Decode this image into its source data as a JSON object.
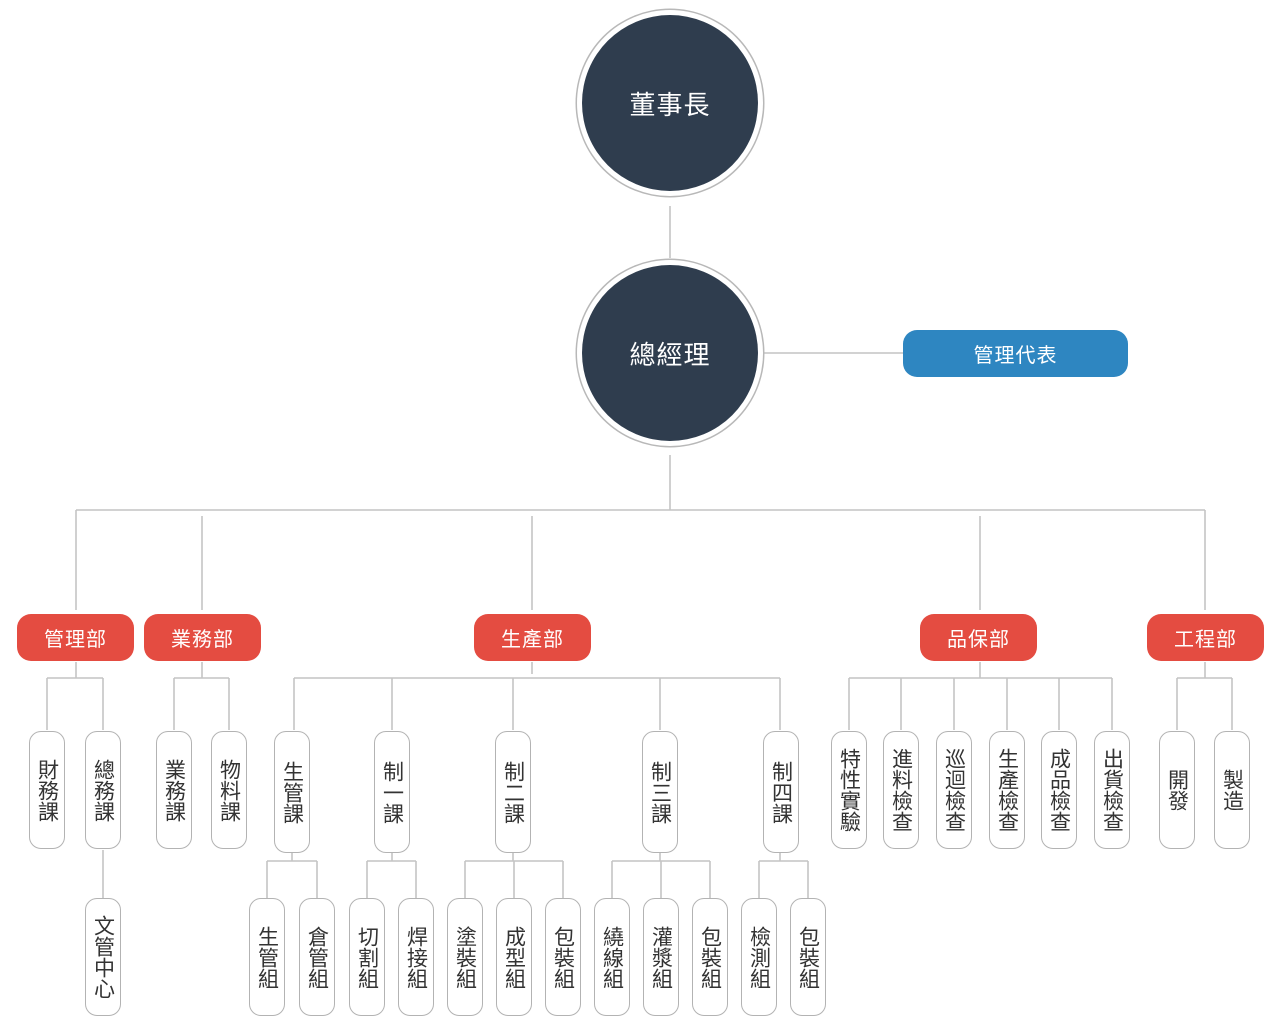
{
  "top": {
    "chairman": "董事長",
    "gm": "總經理",
    "rep": "管理代表"
  },
  "depts": {
    "mgmt": "管理部",
    "sales": "業務部",
    "prod": "生產部",
    "qa": "品保部",
    "eng": "工程部"
  },
  "mgmt": {
    "finance": "財務課",
    "general": "總務課",
    "doc": "文管中心"
  },
  "sales": {
    "business": "業務課",
    "material": "物料課"
  },
  "prod": {
    "planning": "生管課",
    "planning_groups": [
      "生管組",
      "倉管組"
    ],
    "s1": "制一課",
    "s1_groups": [
      "切割組",
      "焊接組"
    ],
    "s2": "制二課",
    "s2_groups": [
      "塗裝組",
      "成型組",
      "包裝組"
    ],
    "s3": "制三課",
    "s3_groups": [
      "繞線組",
      "灌漿組",
      "包裝組"
    ],
    "s4": "制四課",
    "s4_groups": [
      "檢測組",
      "包裝組"
    ]
  },
  "qa": [
    "特性實驗",
    "進料檢查",
    "巡迴檢查",
    "生產檢查",
    "成品檢查",
    "出貨檢查"
  ],
  "eng": [
    "開發",
    "製造"
  ]
}
